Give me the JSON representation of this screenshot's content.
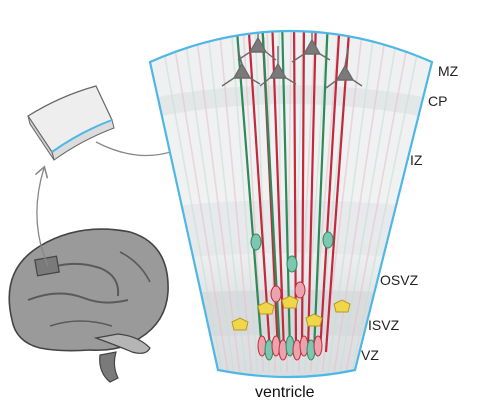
{
  "labels": {
    "zones": [
      "MZ",
      "CP",
      "IZ",
      "OSVZ",
      "ISVZ",
      "VZ"
    ],
    "bottom": "ventricle"
  },
  "colors": {
    "outline": "#4fb7e6",
    "radial_glia_green": "#2f8a5a",
    "neuron_red": "#c4283c",
    "neuron_pink": "#e9a4ae",
    "cell_body_teal": "#7cc6b2",
    "intermediate_progenitor_yellow": "#efd64a",
    "pyramidal_neuron": "#8a8a8a",
    "brain_gray": "#8e8e8e"
  }
}
